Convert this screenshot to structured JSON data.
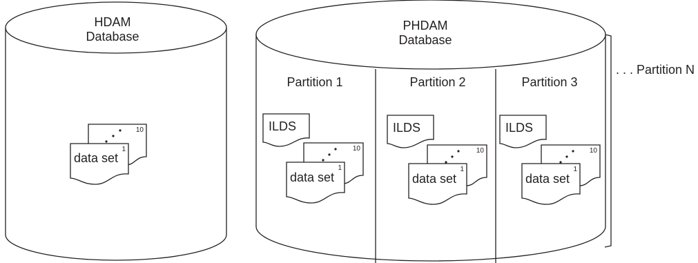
{
  "hdam": {
    "title_line1": "HDAM",
    "title_line2": "Database",
    "dataset_label": "data set",
    "front_page_number": "1",
    "back_page_number": "10"
  },
  "phdam": {
    "title_line1": "PHDAM",
    "title_line2": "Database",
    "partitions": [
      {
        "label": "Partition 1",
        "ilds": "ILDS",
        "dataset_label": "data set",
        "front_page_number": "1",
        "back_page_number": "10"
      },
      {
        "label": "Partition 2",
        "ilds": "ILDS",
        "dataset_label": "data set",
        "front_page_number": "1",
        "back_page_number": "10"
      },
      {
        "label": "Partition 3",
        "ilds": "ILDS",
        "dataset_label": "data set",
        "front_page_number": "1",
        "back_page_number": "10"
      }
    ],
    "more_partitions_label": ". . . Partition N"
  }
}
